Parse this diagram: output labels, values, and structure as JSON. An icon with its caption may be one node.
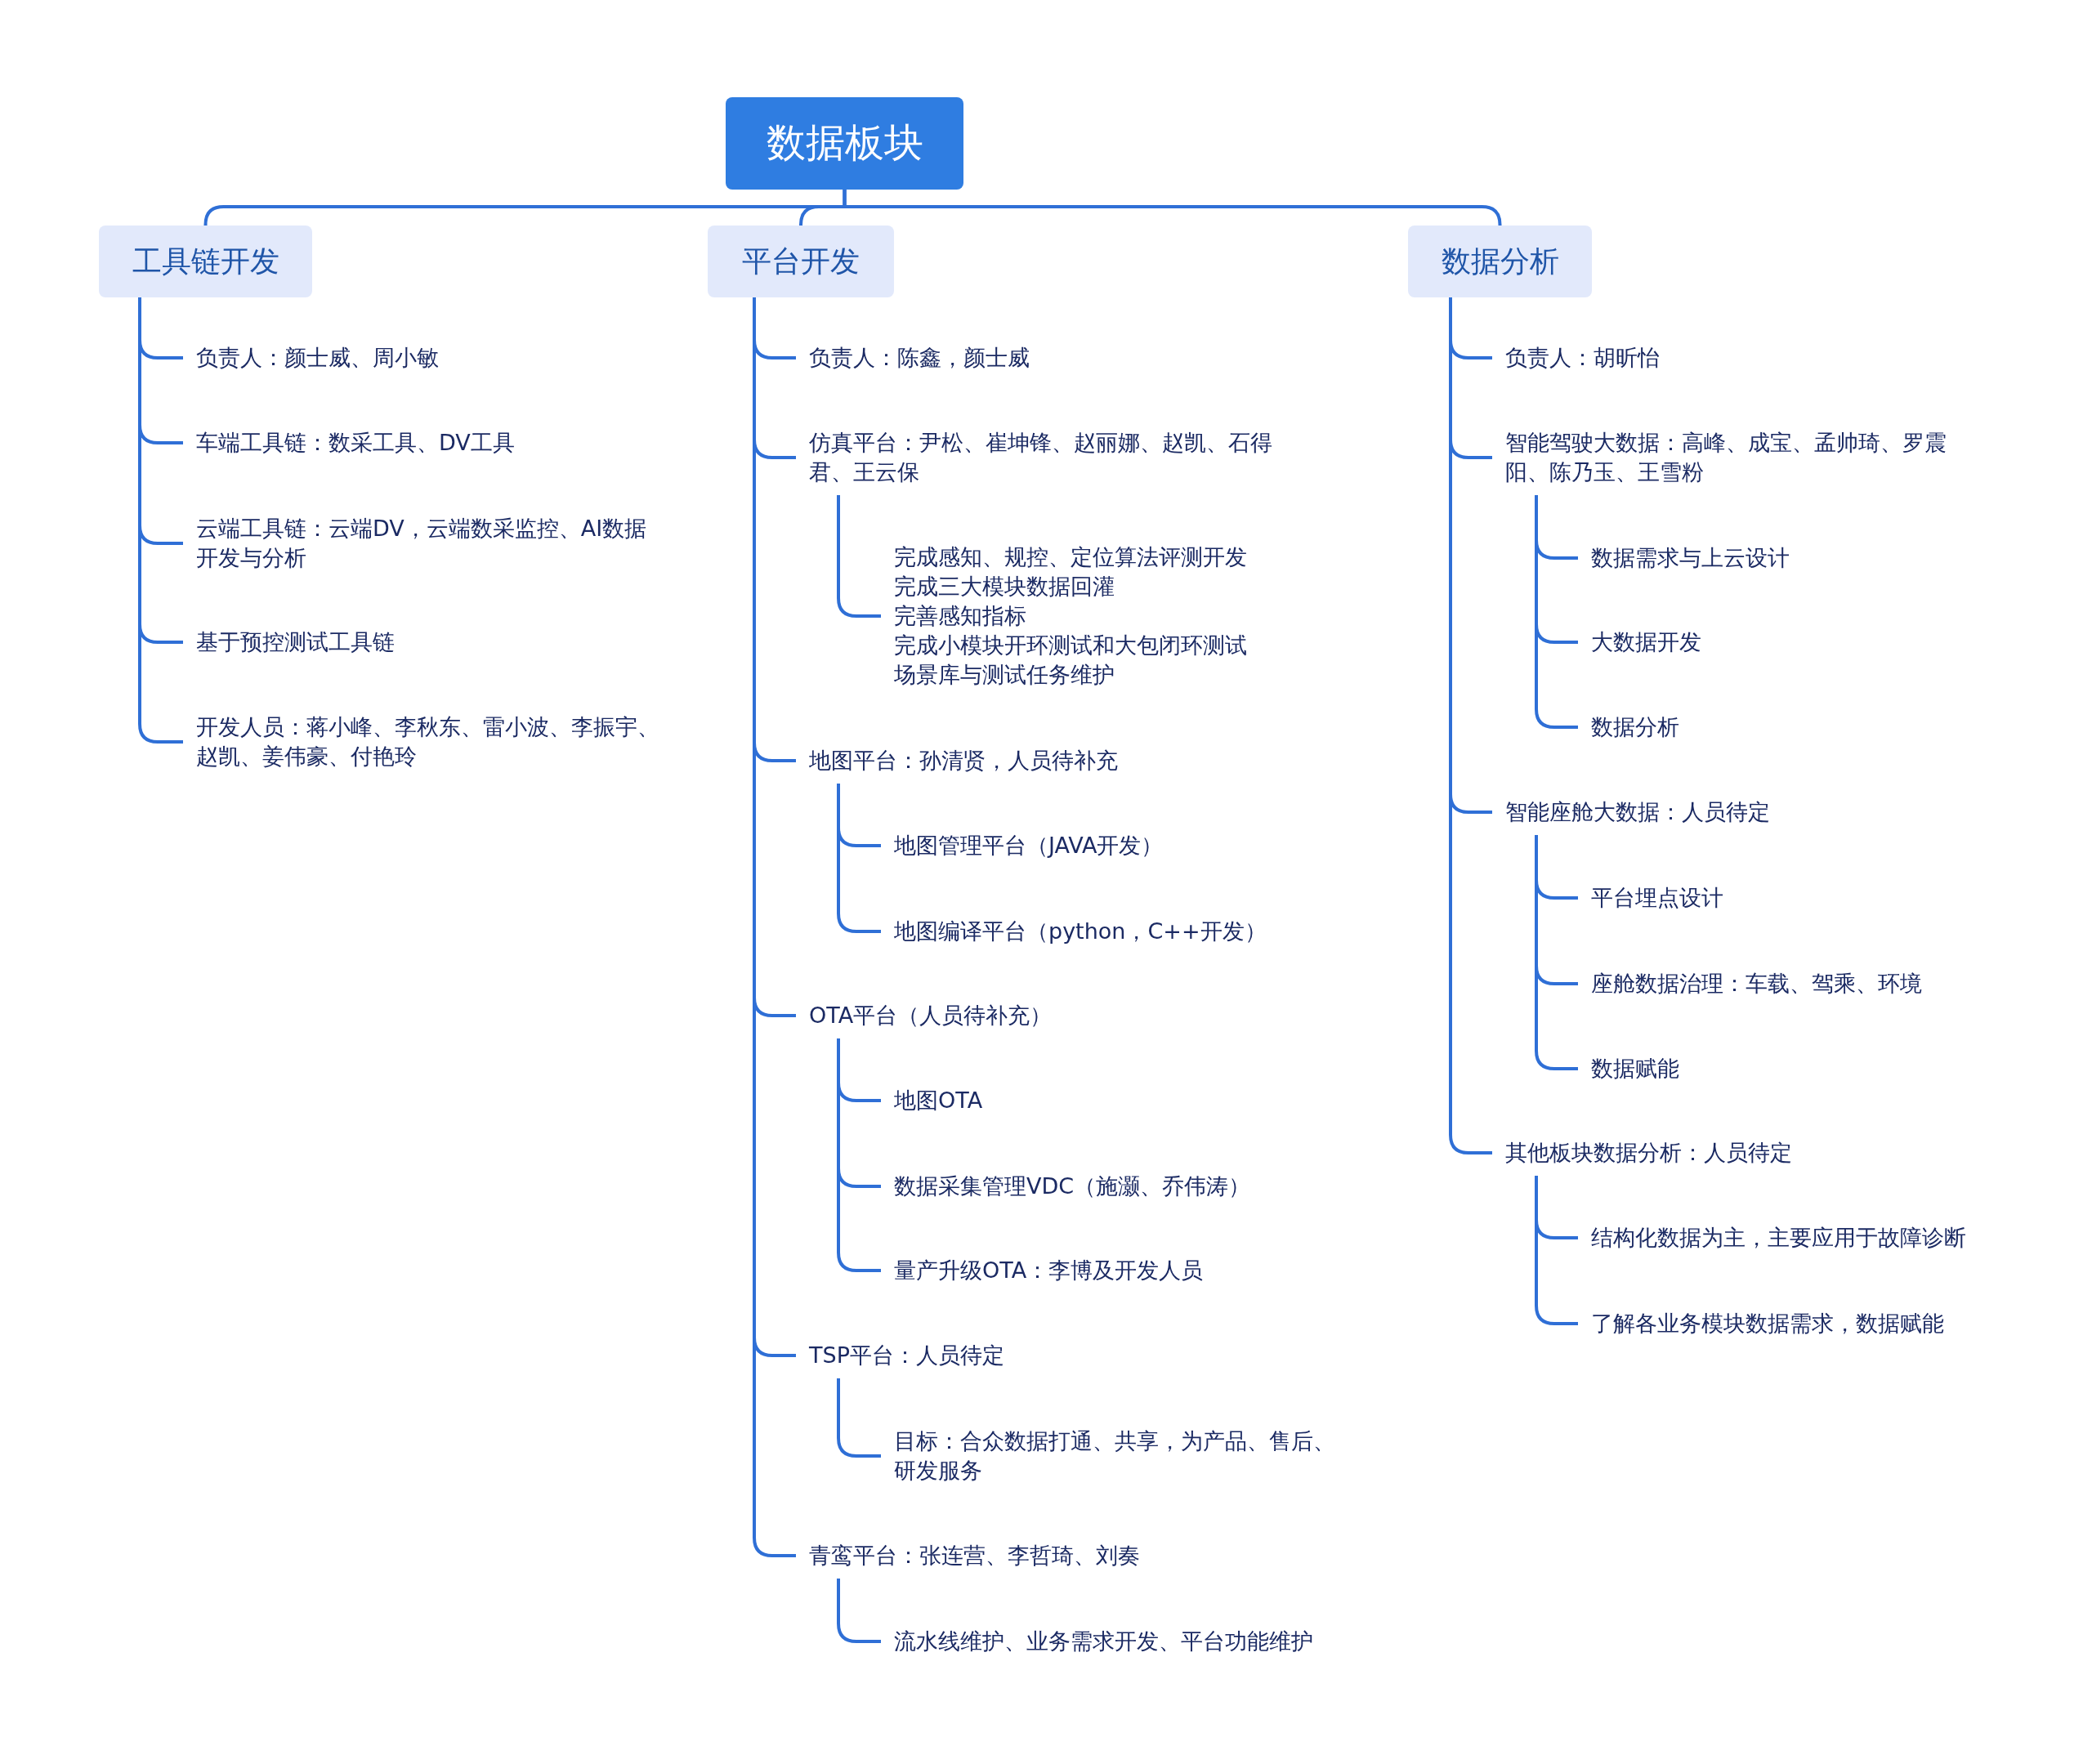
{
  "diagram": {
    "nodes": [
      {
        "text": [
          "数据板块"
        ]
      },
      {
        "text": [
          "工具链开发"
        ]
      },
      {
        "text": [
          "负责人：颜士威、周小敏"
        ]
      },
      {
        "text": [
          "车端工具链：数采工具、DV工具"
        ]
      },
      {
        "text": [
          "云端工具链：云端DV，云端数采监控、AI数据开发与分析"
        ]
      },
      {
        "text": [
          "基于预控测试工具链"
        ]
      },
      {
        "text": [
          "开发人员：蒋小峰、李秋东、雷小波、李振宇、赵凯、姜伟豪、付艳玲"
        ]
      },
      {
        "text": [
          "平台开发"
        ]
      },
      {
        "text": [
          "负责人：陈鑫，颜士威"
        ]
      },
      {
        "text": [
          "仿真平台：尹松、崔坤锋、赵丽娜、赵凯、石得君、王云保"
        ]
      },
      {
        "text": [
          "完成感知、规控、定位算法评测开发",
          "完成三大模块数据回灌",
          "完善感知指标",
          "完成小模块开环测试和大包闭环测试",
          "场景库与测试任务维护"
        ]
      },
      {
        "text": [
          "地图平台：孙清贤，人员待补充"
        ]
      },
      {
        "text": [
          "地图管理平台（JAVA开发）"
        ]
      },
      {
        "text": [
          "地图编译平台（python，C++开发）"
        ]
      },
      {
        "text": [
          "OTA平台（人员待补充）"
        ]
      },
      {
        "text": [
          "地图OTA"
        ]
      },
      {
        "text": [
          "数据采集管理VDC（施灏、乔伟涛）"
        ]
      },
      {
        "text": [
          "量产升级OTA：李博及开发人员"
        ]
      },
      {
        "text": [
          "TSP平台：人员待定"
        ]
      },
      {
        "text": [
          "目标：合众数据打通、共享，为产品、售后、研发服务"
        ]
      },
      {
        "text": [
          "青鸾平台：张连营、李哲琦、刘奏"
        ]
      },
      {
        "text": [
          "流水线维护、业务需求开发、平台功能维护"
        ]
      },
      {
        "text": [
          "数据分析"
        ]
      },
      {
        "text": [
          "负责人：胡昕怡"
        ]
      },
      {
        "text": [
          "智能驾驶大数据：高峰、成宝、孟帅琦、罗震阳、陈乃玉、王雪粉"
        ]
      },
      {
        "text": [
          "数据需求与上云设计"
        ]
      },
      {
        "text": [
          "大数据开发"
        ]
      },
      {
        "text": [
          "数据分析"
        ]
      },
      {
        "text": [
          "智能座舱大数据：人员待定"
        ]
      },
      {
        "text": [
          "平台埋点设计"
        ]
      },
      {
        "text": [
          "座舱数据治理：车载、驾乘、环境"
        ]
      },
      {
        "text": [
          "数据赋能"
        ]
      },
      {
        "text": [
          "其他板块数据分析：人员待定"
        ]
      },
      {
        "text": [
          "结构化数据为主，主要应用于故障诊断"
        ]
      },
      {
        "text": [
          "了解各业务模块数据需求，数据赋能"
        ]
      }
    ],
    "edges": [
      {
        "from": 0,
        "to": 1,
        "arrow": "none"
      },
      {
        "from": 0,
        "to": 7,
        "arrow": "none"
      },
      {
        "from": 0,
        "to": 22,
        "arrow": "none"
      },
      {
        "from": 1,
        "to": 2,
        "arrow": "none"
      },
      {
        "from": 1,
        "to": 3,
        "arrow": "none"
      },
      {
        "from": 1,
        "to": 4,
        "arrow": "none"
      },
      {
        "from": 1,
        "to": 5,
        "arrow": "none"
      },
      {
        "from": 1,
        "to": 6,
        "arrow": "none"
      },
      {
        "from": 7,
        "to": 8,
        "arrow": "none"
      },
      {
        "from": 7,
        "to": 9,
        "arrow": "none"
      },
      {
        "from": 9,
        "to": 10,
        "arrow": "none"
      },
      {
        "from": 7,
        "to": 11,
        "arrow": "none"
      },
      {
        "from": 11,
        "to": 12,
        "arrow": "none"
      },
      {
        "from": 11,
        "to": 13,
        "arrow": "none"
      },
      {
        "from": 7,
        "to": 14,
        "arrow": "none"
      },
      {
        "from": 14,
        "to": 15,
        "arrow": "none"
      },
      {
        "from": 14,
        "to": 16,
        "arrow": "none"
      },
      {
        "from": 14,
        "to": 17,
        "arrow": "none"
      },
      {
        "from": 7,
        "to": 18,
        "arrow": "none"
      },
      {
        "from": 18,
        "to": 19,
        "arrow": "none"
      },
      {
        "from": 7,
        "to": 20,
        "arrow": "none"
      },
      {
        "from": 20,
        "to": 21,
        "arrow": "none"
      },
      {
        "from": 22,
        "to": 23,
        "arrow": "none"
      },
      {
        "from": 22,
        "to": 24,
        "arrow": "none"
      },
      {
        "from": 24,
        "to": 25,
        "arrow": "none"
      },
      {
        "from": 24,
        "to": 26,
        "arrow": "none"
      },
      {
        "from": 24,
        "to": 27,
        "arrow": "none"
      },
      {
        "from": 22,
        "to": 28,
        "arrow": "none"
      },
      {
        "from": 28,
        "to": 29,
        "arrow": "none"
      },
      {
        "from": 28,
        "to": 30,
        "arrow": "none"
      },
      {
        "from": 28,
        "to": 31,
        "arrow": "none"
      },
      {
        "from": 22,
        "to": 32,
        "arrow": "none"
      },
      {
        "from": 32,
        "to": 33,
        "arrow": "none"
      },
      {
        "from": 32,
        "to": 34,
        "arrow": "none"
      }
    ]
  }
}
